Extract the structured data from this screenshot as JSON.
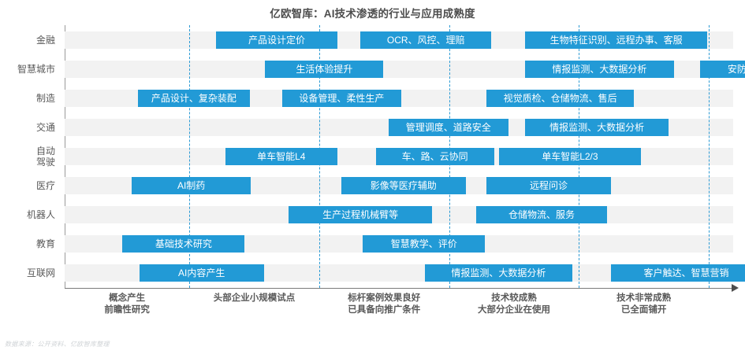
{
  "chart_data": {
    "type": "bar",
    "title": "亿欧智库：AI技术渗透的行业与应用成熟度",
    "xlabel": "",
    "ylabel": "",
    "grid": true,
    "legend": "none",
    "xlim": [
      0,
      5.2
    ],
    "x_stage_labels": [
      "概念产生\n前瞻性研究",
      "头部企业小规模试点",
      "标杆案例效果良好\n已具备向推广条件",
      "技术较成熟\n大部分企业在使用",
      "技术非常成熟\n已全面铺开"
    ],
    "x_stages": [
      {
        "line1": "概念产生",
        "line2": "前瞻性研究"
      },
      {
        "line1": "头部企业小规模试点",
        "line2": ""
      },
      {
        "line1": "标杆案例效果良好",
        "line2": "已具备向推广条件"
      },
      {
        "line1": "技术较成熟",
        "line2": "大部分企业在使用"
      },
      {
        "line1": "技术非常成熟",
        "line2": "已全面铺开"
      }
    ],
    "categories": [
      "金融",
      "智慧城市",
      "制造",
      "交通",
      "自动驾驶",
      "医疗",
      "机器人",
      "教育",
      "互联网"
    ],
    "category_labels": [
      {
        "line1": "金融",
        "line2": ""
      },
      {
        "line1": "智慧城市",
        "line2": ""
      },
      {
        "line1": "制造",
        "line2": ""
      },
      {
        "line1": "交通",
        "line2": ""
      },
      {
        "line1": "自动",
        "line2": "驾驶"
      },
      {
        "line1": "医疗",
        "line2": ""
      },
      {
        "line1": "机器人",
        "line2": ""
      },
      {
        "line1": "教育",
        "line2": ""
      },
      {
        "line1": "互联网",
        "line2": ""
      }
    ],
    "rows": [
      {
        "category": "金融",
        "bars": [
          {
            "label": "产品设计定价",
            "x0": 1.18,
            "x1": 2.12
          },
          {
            "label": "OCR、风控、理赔",
            "x0": 2.3,
            "x1": 3.32
          },
          {
            "label": "生物特征识别、远程办事、客服",
            "x0": 3.58,
            "x1": 5.0
          }
        ]
      },
      {
        "category": "智慧城市",
        "bars": [
          {
            "label": "生活体验提升",
            "x0": 1.56,
            "x1": 2.48
          },
          {
            "label": "情报监测、大数据分析",
            "x0": 3.58,
            "x1": 4.74
          },
          {
            "label": "安防",
            "x0": 4.94,
            "x1": 5.52
          }
        ]
      },
      {
        "category": "制造",
        "bars": [
          {
            "label": "产品设计、复杂装配",
            "x0": 0.57,
            "x1": 1.44
          },
          {
            "label": "设备管理、柔性生产",
            "x0": 1.69,
            "x1": 2.62
          },
          {
            "label": "视觉质检、仓储物流、售后",
            "x0": 3.28,
            "x1": 4.43
          }
        ]
      },
      {
        "category": "交通",
        "bars": [
          {
            "label": "管理调度、道路安全",
            "x0": 2.52,
            "x1": 3.45
          },
          {
            "label": "情报监测、大数据分析",
            "x0": 3.58,
            "x1": 4.7
          }
        ]
      },
      {
        "category": "自动驾驶",
        "bars": [
          {
            "label": "单车智能L4",
            "x0": 1.25,
            "x1": 2.12
          },
          {
            "label": "车、路、云协同",
            "x0": 2.42,
            "x1": 3.34
          },
          {
            "label": "单车智能L2/3",
            "x0": 3.38,
            "x1": 4.48
          }
        ]
      },
      {
        "category": "医疗",
        "bars": [
          {
            "label": "AI制药",
            "x0": 0.52,
            "x1": 1.45
          },
          {
            "label": "影像等医疗辅助",
            "x0": 2.15,
            "x1": 3.12
          },
          {
            "label": "远程问诊",
            "x0": 3.28,
            "x1": 4.25
          }
        ]
      },
      {
        "category": "机器人",
        "bars": [
          {
            "label": "生产过程机械臂等",
            "x0": 1.74,
            "x1": 2.86
          },
          {
            "label": "仓储物流、服务",
            "x0": 3.2,
            "x1": 4.22
          }
        ]
      },
      {
        "category": "教育",
        "bars": [
          {
            "label": "基础技术研究",
            "x0": 0.45,
            "x1": 1.4
          },
          {
            "label": "智慧教学、评价",
            "x0": 2.32,
            "x1": 3.27
          }
        ]
      },
      {
        "category": "互联网",
        "bars": [
          {
            "label": "AI内容产生",
            "x0": 0.58,
            "x1": 1.55
          },
          {
            "label": "情报监测、大数据分析",
            "x0": 2.8,
            "x1": 3.95
          },
          {
            "label": "客户触达、智慧营销",
            "x0": 4.25,
            "x1": 5.42
          }
        ]
      }
    ],
    "colors": {
      "bar": "#229ad6",
      "row_band": "#f2f2f2",
      "gridline": "#2d9bd4",
      "axis": "#7a7a7a",
      "title": "#4d4d4d",
      "label": "#595959",
      "footnote": "#cfd3d6",
      "background": "#ffffff"
    }
  },
  "footnote": "数据来源：公开资料、亿欧智库整理"
}
